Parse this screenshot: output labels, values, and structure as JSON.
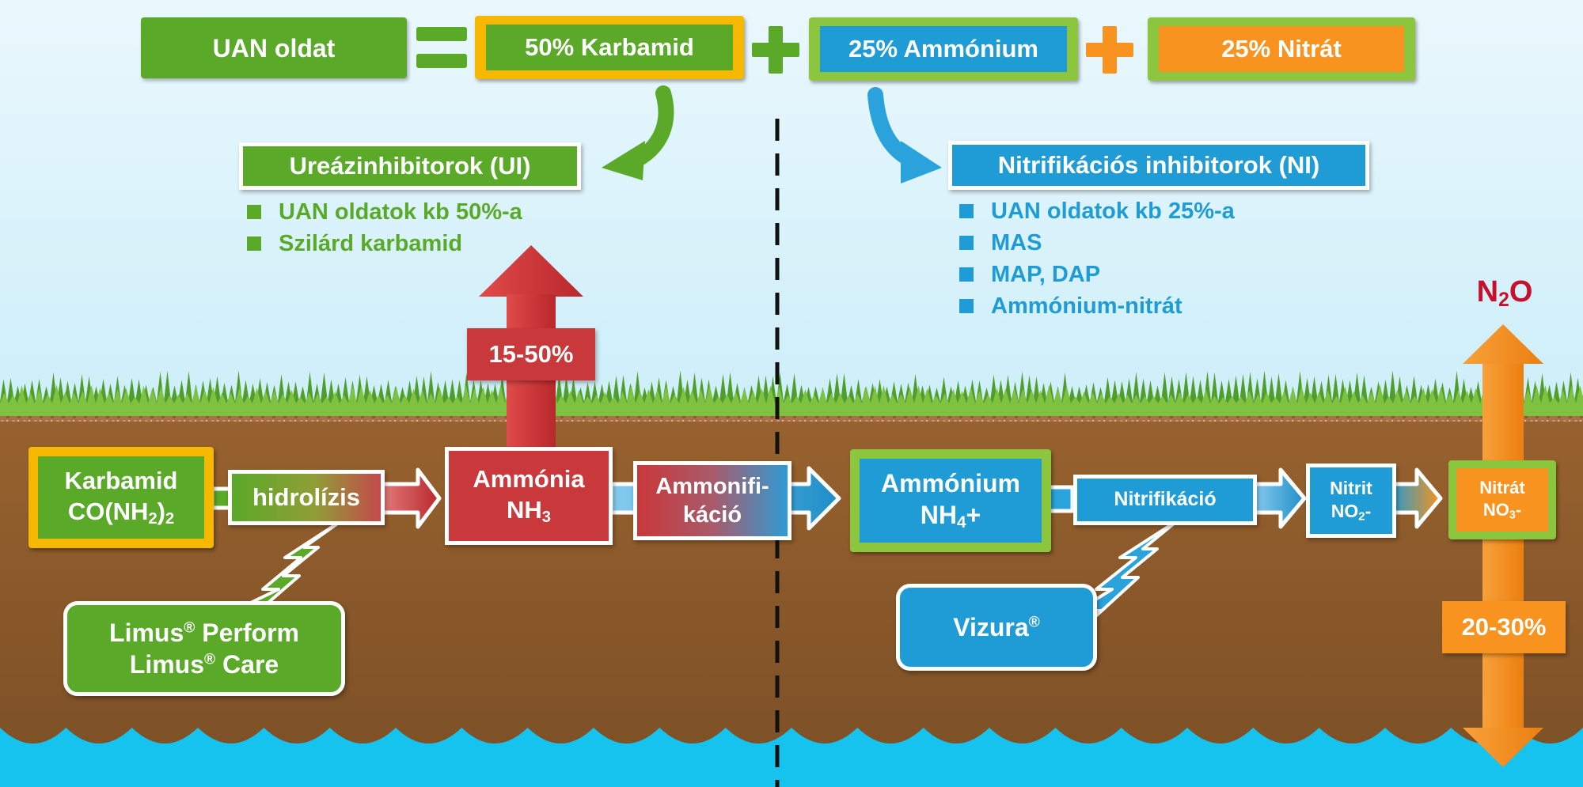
{
  "formula": {
    "uan": "UAN oldat",
    "karbamid": "50% Karbamid",
    "ammonium": "25% Ammónium",
    "nitrat": "25% Nitrát"
  },
  "inhibitors": {
    "ui": {
      "title": "Ureázinhibitorok (UI)",
      "items": [
        "UAN oldatok kb 50%-a",
        "Szilárd karbamid"
      ]
    },
    "ni": {
      "title": "Nitrifikációs inhibitorok (NI)",
      "items": [
        "UAN oldatok kb 25%-a",
        "MAS",
        "MAP, DAP",
        "Ammónium-nitrát"
      ]
    }
  },
  "process": {
    "karbamid": {
      "name": "Karbamid",
      "formula_main": "CO(NH",
      "formula_sub": "2",
      "formula_end": ")",
      "formula_sub2": "2"
    },
    "hidrolizis": "hidrolízis",
    "ammonia": {
      "name": "Ammónia",
      "formula_main": "NH",
      "formula_sub": "3"
    },
    "ammonifikacio": {
      "line1": "Ammonifi-",
      "line2": "káció"
    },
    "ammonium": {
      "name": "Ammónium",
      "formula_main": "NH",
      "formula_sub": "4",
      "formula_end": "+"
    },
    "nitrifikacio": "Nitrifikáció",
    "nitrit": {
      "name": "Nitrit",
      "formula_main": "NO",
      "formula_sub": "2",
      "formula_end": "-"
    },
    "nitrat": {
      "name": "Nitrát",
      "formula_main": "NO",
      "formula_sub": "3",
      "formula_end": "-"
    }
  },
  "losses": {
    "ammonia_pct": "15-50%",
    "n2o_main": "N",
    "n2o_sub": "2",
    "n2o_end": "O",
    "nitrate_pct": "20-30%"
  },
  "products": {
    "limus_line1_a": "Limus",
    "limus_line1_b": " Perform",
    "limus_line2_a": "Limus",
    "limus_line2_b": " Care",
    "registered": "®",
    "vizura": "Vizura"
  },
  "colors": {
    "green": "#5aa928",
    "yellow": "#f6b800",
    "blue": "#1f9bd5",
    "orange": "#f7931e",
    "red": "#c9383a",
    "soil": "#8b5a2b",
    "water": "#16c3ef",
    "sky": "#d6f1fa"
  }
}
